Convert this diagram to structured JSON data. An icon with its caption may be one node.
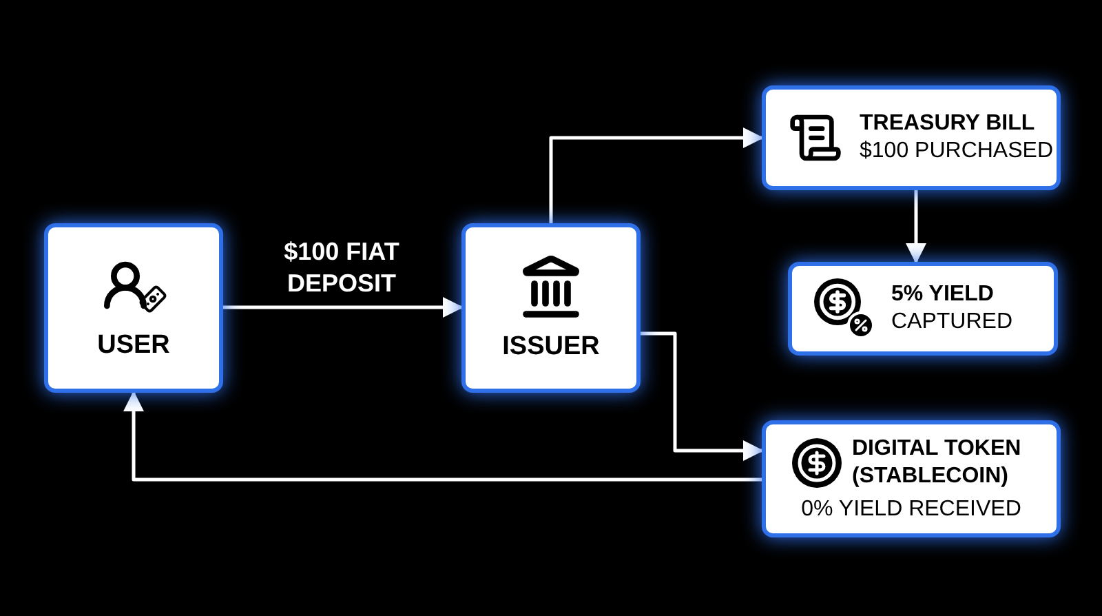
{
  "diagram": {
    "nodes": [
      {
        "text": [
          "USER"
        ]
      },
      {
        "text": [
          "ISSUER"
        ]
      },
      {
        "text": [
          "TREASURY BILL",
          "$100 PURCHASED"
        ]
      },
      {
        "text": [
          "5% YIELD",
          "CAPTURED"
        ]
      },
      {
        "text": [
          "DIGITAL TOKEN (STABLECOIN)",
          "0% YIELD RECEIVED"
        ]
      }
    ],
    "edges": [
      {
        "from": 0,
        "to": 1,
        "arrow": "to",
        "label": "$100 FIAT DEPOSIT"
      },
      {
        "from": 1,
        "to": 2,
        "arrow": "to"
      },
      {
        "from": 2,
        "to": 3,
        "arrow": "to"
      },
      {
        "from": 1,
        "to": 4,
        "arrow": "to"
      },
      {
        "from": 4,
        "to": 0,
        "arrow": "to"
      }
    ]
  }
}
